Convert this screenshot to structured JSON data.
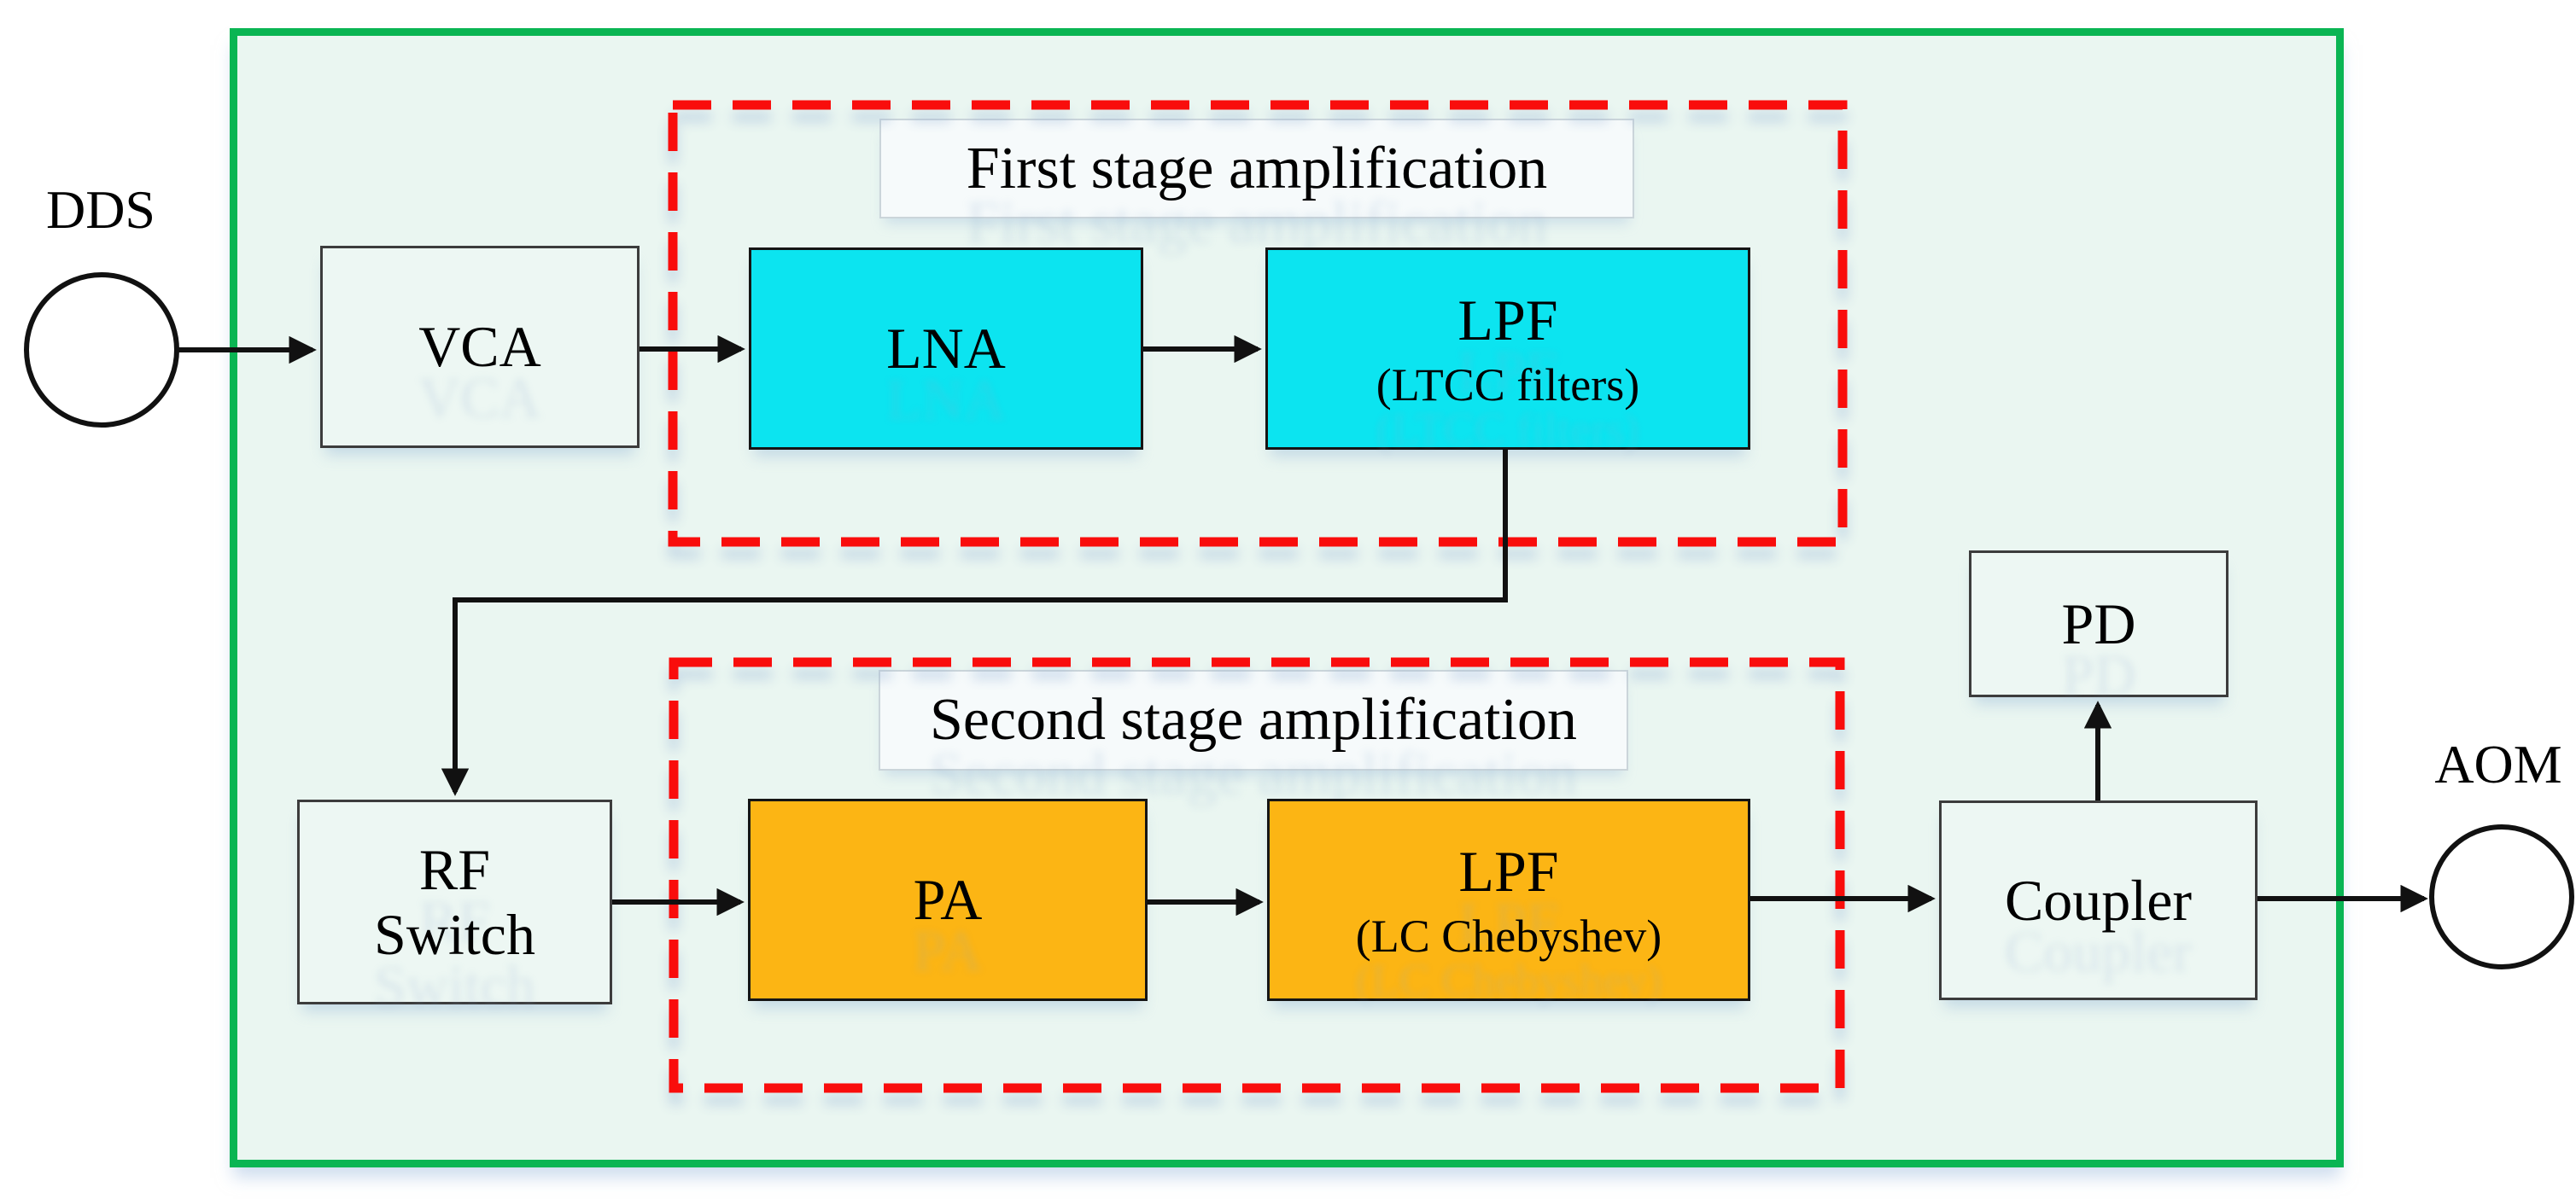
{
  "nodes": {
    "dds": {
      "label": "DDS"
    },
    "vca": {
      "label": "VCA"
    },
    "lna": {
      "label": "LNA"
    },
    "lpf1": {
      "label": "LPF",
      "sublabel": "(LTCC filters)"
    },
    "rf_switch": {
      "line1": "RF",
      "line2": "Switch"
    },
    "pa": {
      "label": "PA"
    },
    "lpf2": {
      "label": "LPF",
      "sublabel": "(LC Chebyshev)"
    },
    "coupler": {
      "label": "Coupler"
    },
    "pd": {
      "label": "PD"
    },
    "aom": {
      "label": "AOM"
    }
  },
  "groups": {
    "first_stage": {
      "label": "First stage amplification"
    },
    "second_stage": {
      "label": "Second stage amplification"
    }
  },
  "colors": {
    "frame_green": "#0ab553",
    "canvas_mint": "#eaf6f1",
    "first_stage_fill": "#0ce4f0",
    "second_stage_fill": "#fcb514",
    "group_dash_red": "#f90d0c",
    "connector_black": "#111111"
  }
}
